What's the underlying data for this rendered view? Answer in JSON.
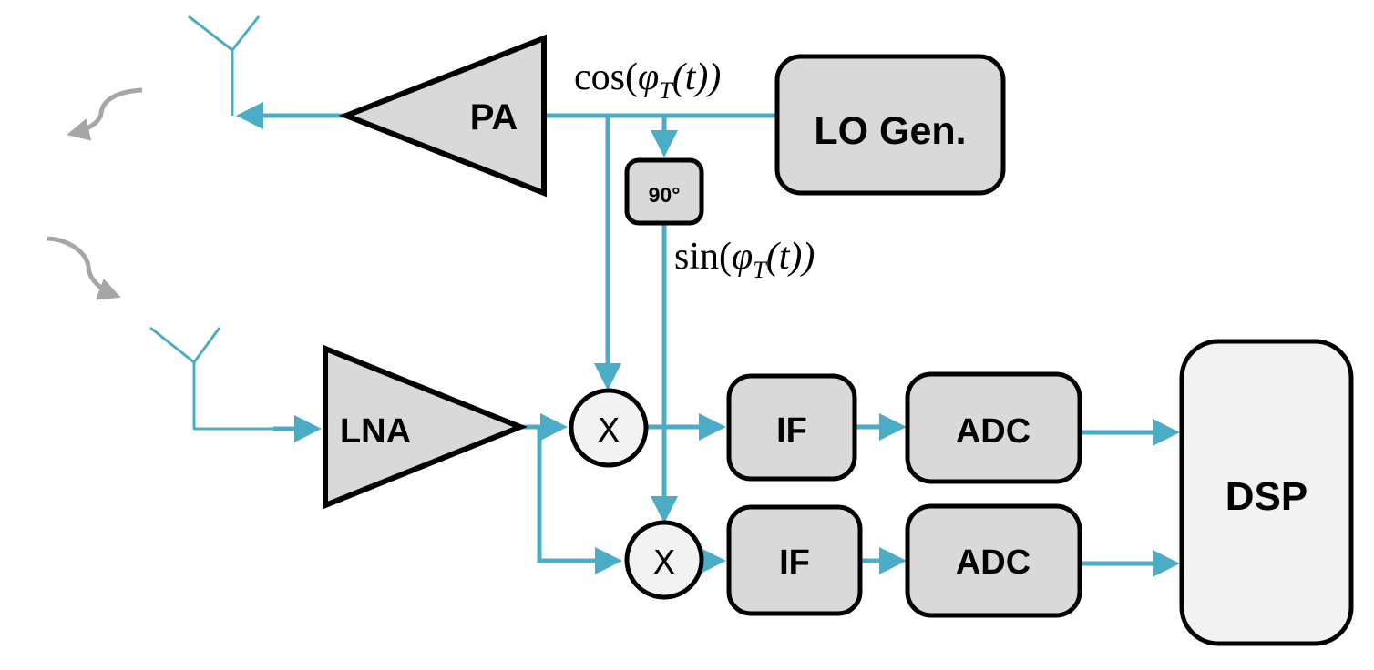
{
  "title": "RF transceiver block diagram (FMCW radar front-end)",
  "colors": {
    "wire": "#4bacc6",
    "block_fill": "#d9d9d9",
    "light_fill": "#f2f2f2",
    "outline": "#000000",
    "wave": "#a6a6a6"
  },
  "blocks": {
    "pa": "PA",
    "lo_gen": "LO Gen.",
    "phase_shift": "90°",
    "lna": "LNA",
    "mixer_i": "X",
    "mixer_q": "X",
    "if_i": "IF",
    "if_q": "IF",
    "adc_i": "ADC",
    "adc_q": "ADC",
    "dsp": "DSP"
  },
  "signals": {
    "cos": {
      "fn": "cos(",
      "phi": "φ",
      "sub": "T",
      "arg": "(t))"
    },
    "sin": {
      "fn": "sin(",
      "phi": "φ",
      "sub": "T",
      "arg": "(t))"
    }
  },
  "icons": {
    "tx_antenna": "antenna-icon",
    "rx_antenna": "antenna-icon",
    "tx_wave": "transmitted-wave-arrow",
    "rx_wave": "received-wave-arrow"
  }
}
